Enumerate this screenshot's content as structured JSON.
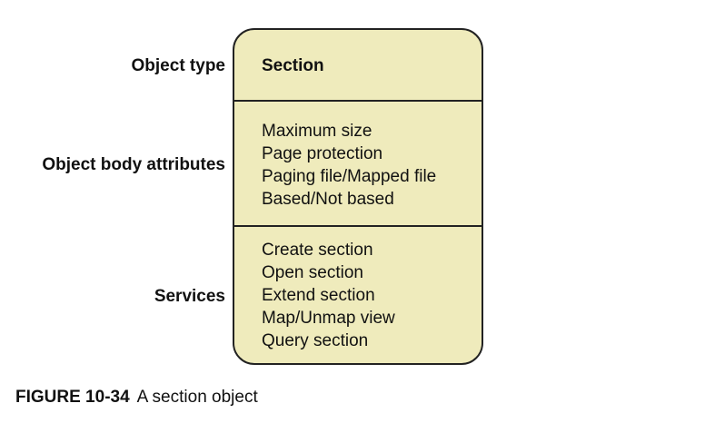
{
  "labels": {
    "object_type": "Object type",
    "object_body_attributes": "Object body attributes",
    "services": "Services"
  },
  "box": {
    "title": "Section",
    "attributes": [
      "Maximum size",
      "Page protection",
      "Paging file/Mapped file",
      "Based/Not based"
    ],
    "services": [
      "Create section",
      "Open section",
      "Extend section",
      "Map/Unmap view",
      "Query section"
    ]
  },
  "caption": {
    "figure_number": "FIGURE 10-34",
    "text": "A section object"
  },
  "colors": {
    "box_fill": "#efebbc",
    "border": "#222222"
  }
}
